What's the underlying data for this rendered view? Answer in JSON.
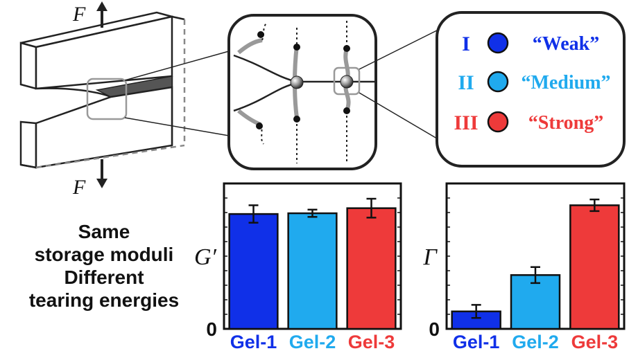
{
  "figure": {
    "force_label_top": "F",
    "force_label_bottom": "F"
  },
  "legend": {
    "items": [
      {
        "numeral": "I",
        "label": "“Weak”",
        "color": "#1030e8"
      },
      {
        "numeral": "II",
        "label": "“Medium”",
        "color": "#20aaee"
      },
      {
        "numeral": "III",
        "label": "“Strong”",
        "color": "#ee3a3a"
      }
    ]
  },
  "caption": {
    "lines": [
      "Same",
      "storage moduli",
      "Different",
      "tearing energies"
    ]
  },
  "chart_data": [
    {
      "type": "bar",
      "categories": [
        "Gel-1",
        "Gel-2",
        "Gel-3"
      ],
      "category_colors": [
        "#1030e8",
        "#20aaee",
        "#ee3a3a"
      ],
      "values": [
        0.79,
        0.795,
        0.83
      ],
      "errors": [
        0.06,
        0.025,
        0.065
      ],
      "ylabel": "G′",
      "ylim": [
        0,
        1
      ],
      "y_tick_labels": [
        "0"
      ]
    },
    {
      "type": "bar",
      "categories": [
        "Gel-1",
        "Gel-2",
        "Gel-3"
      ],
      "category_colors": [
        "#1030e8",
        "#20aaee",
        "#ee3a3a"
      ],
      "values": [
        0.12,
        0.37,
        0.85
      ],
      "errors": [
        0.045,
        0.055,
        0.04
      ],
      "ylabel": "Γ",
      "ylim": [
        0,
        1
      ],
      "y_tick_labels": [
        "0"
      ]
    }
  ]
}
